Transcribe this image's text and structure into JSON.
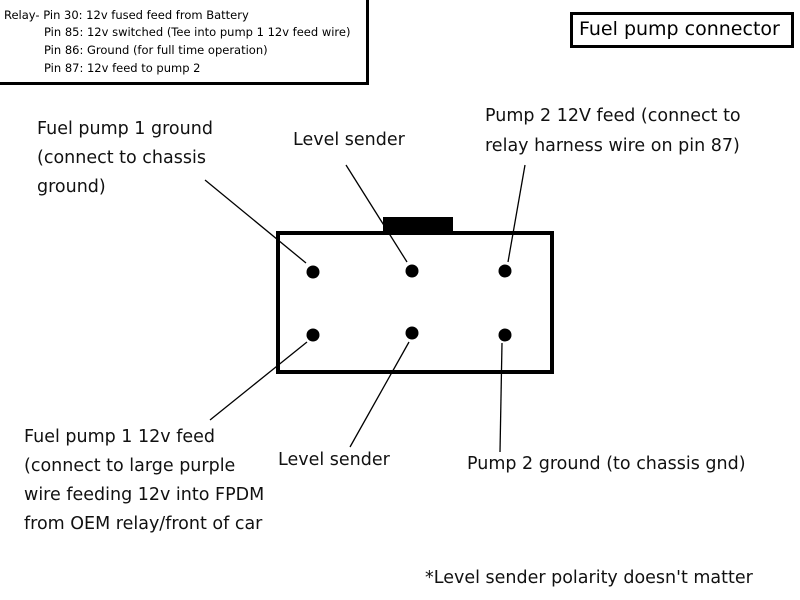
{
  "relay": {
    "lines": [
      "Relay- Pin 30: 12v fused feed from Battery",
      "Pin 85: 12v switched (Tee into pump 1 12v feed wire)",
      "Pin 86: Ground (for full time operation)",
      "Pin 87: 12v feed to pump 2"
    ]
  },
  "title": "Fuel pump connector",
  "labels": {
    "fuel_pump1_ground": [
      "Fuel pump 1 ground",
      "(connect to chassis",
      "ground)"
    ],
    "level_sender_top": "Level sender",
    "pump2_feed": [
      "Pump 2 12V feed  (connect to",
      "relay harness wire on pin 87)"
    ],
    "fuel_pump1_feed": [
      "Fuel pump 1 12v feed",
      "(connect to large purple",
      "wire feeding 12v into FPDM",
      "from OEM relay/front of car"
    ],
    "level_sender_bottom": "Level sender",
    "pump2_ground": "Pump 2 ground (to chassis gnd)"
  },
  "footnote": "*Level sender polarity doesn't matter"
}
